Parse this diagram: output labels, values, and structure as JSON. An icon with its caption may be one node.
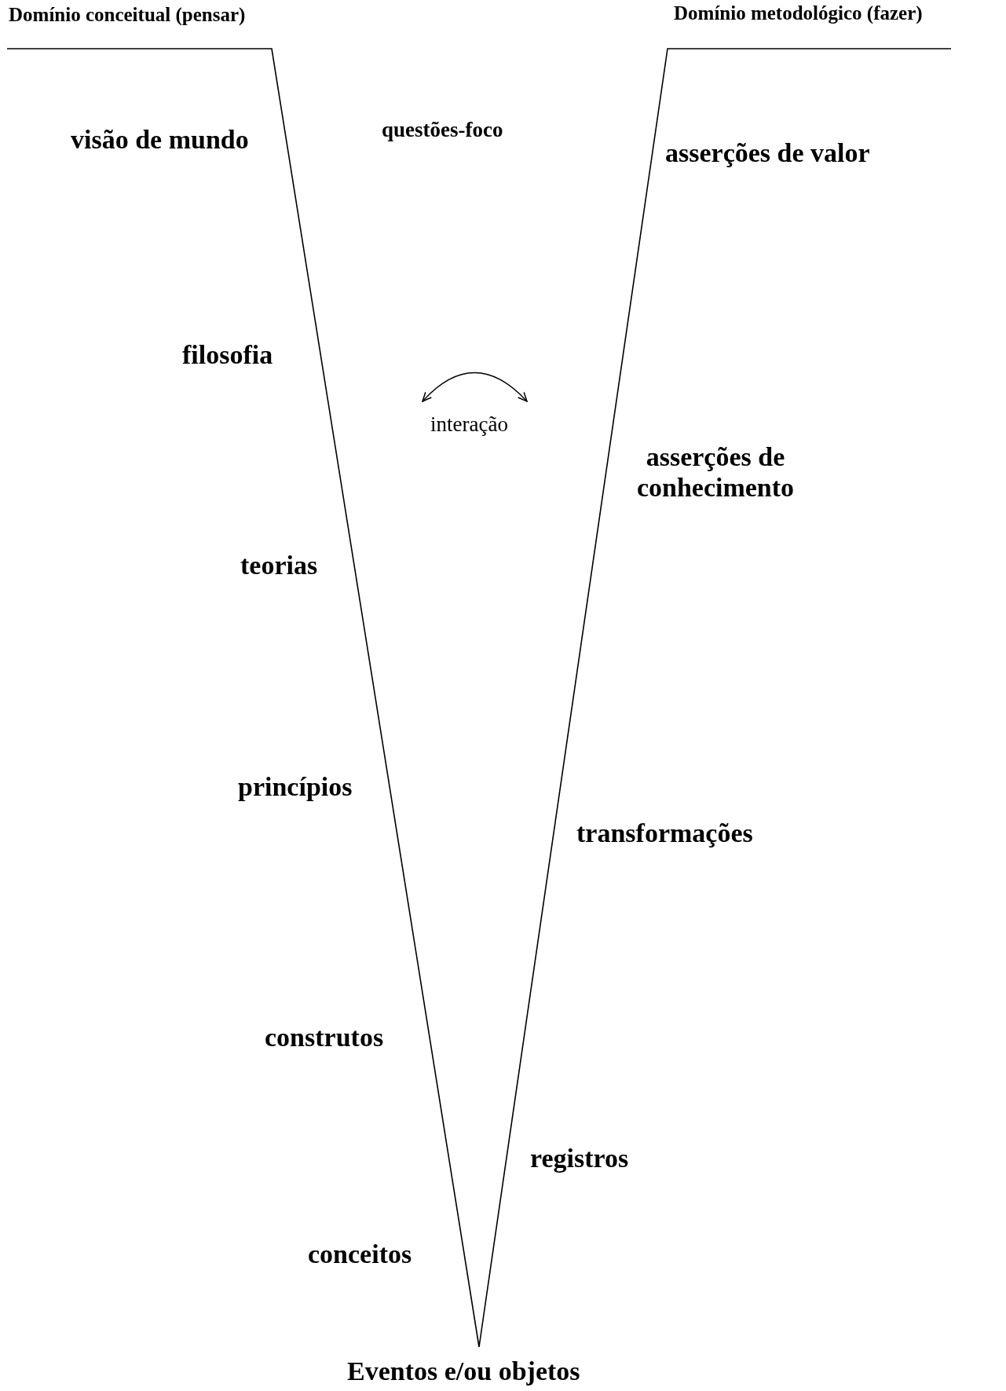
{
  "diagram": {
    "labels": [
      "Domínio conceitual (pensar)",
      "Domínio metodológico (fazer)",
      "visão de mundo",
      "questões-foco",
      "asserções de valor",
      "filosofia",
      "interação",
      "asserções de conhecimento",
      "teorias",
      "princípios",
      "transformações",
      "construtos",
      "registros",
      "conceitos",
      "Eventos e/ou objetos"
    ]
  }
}
